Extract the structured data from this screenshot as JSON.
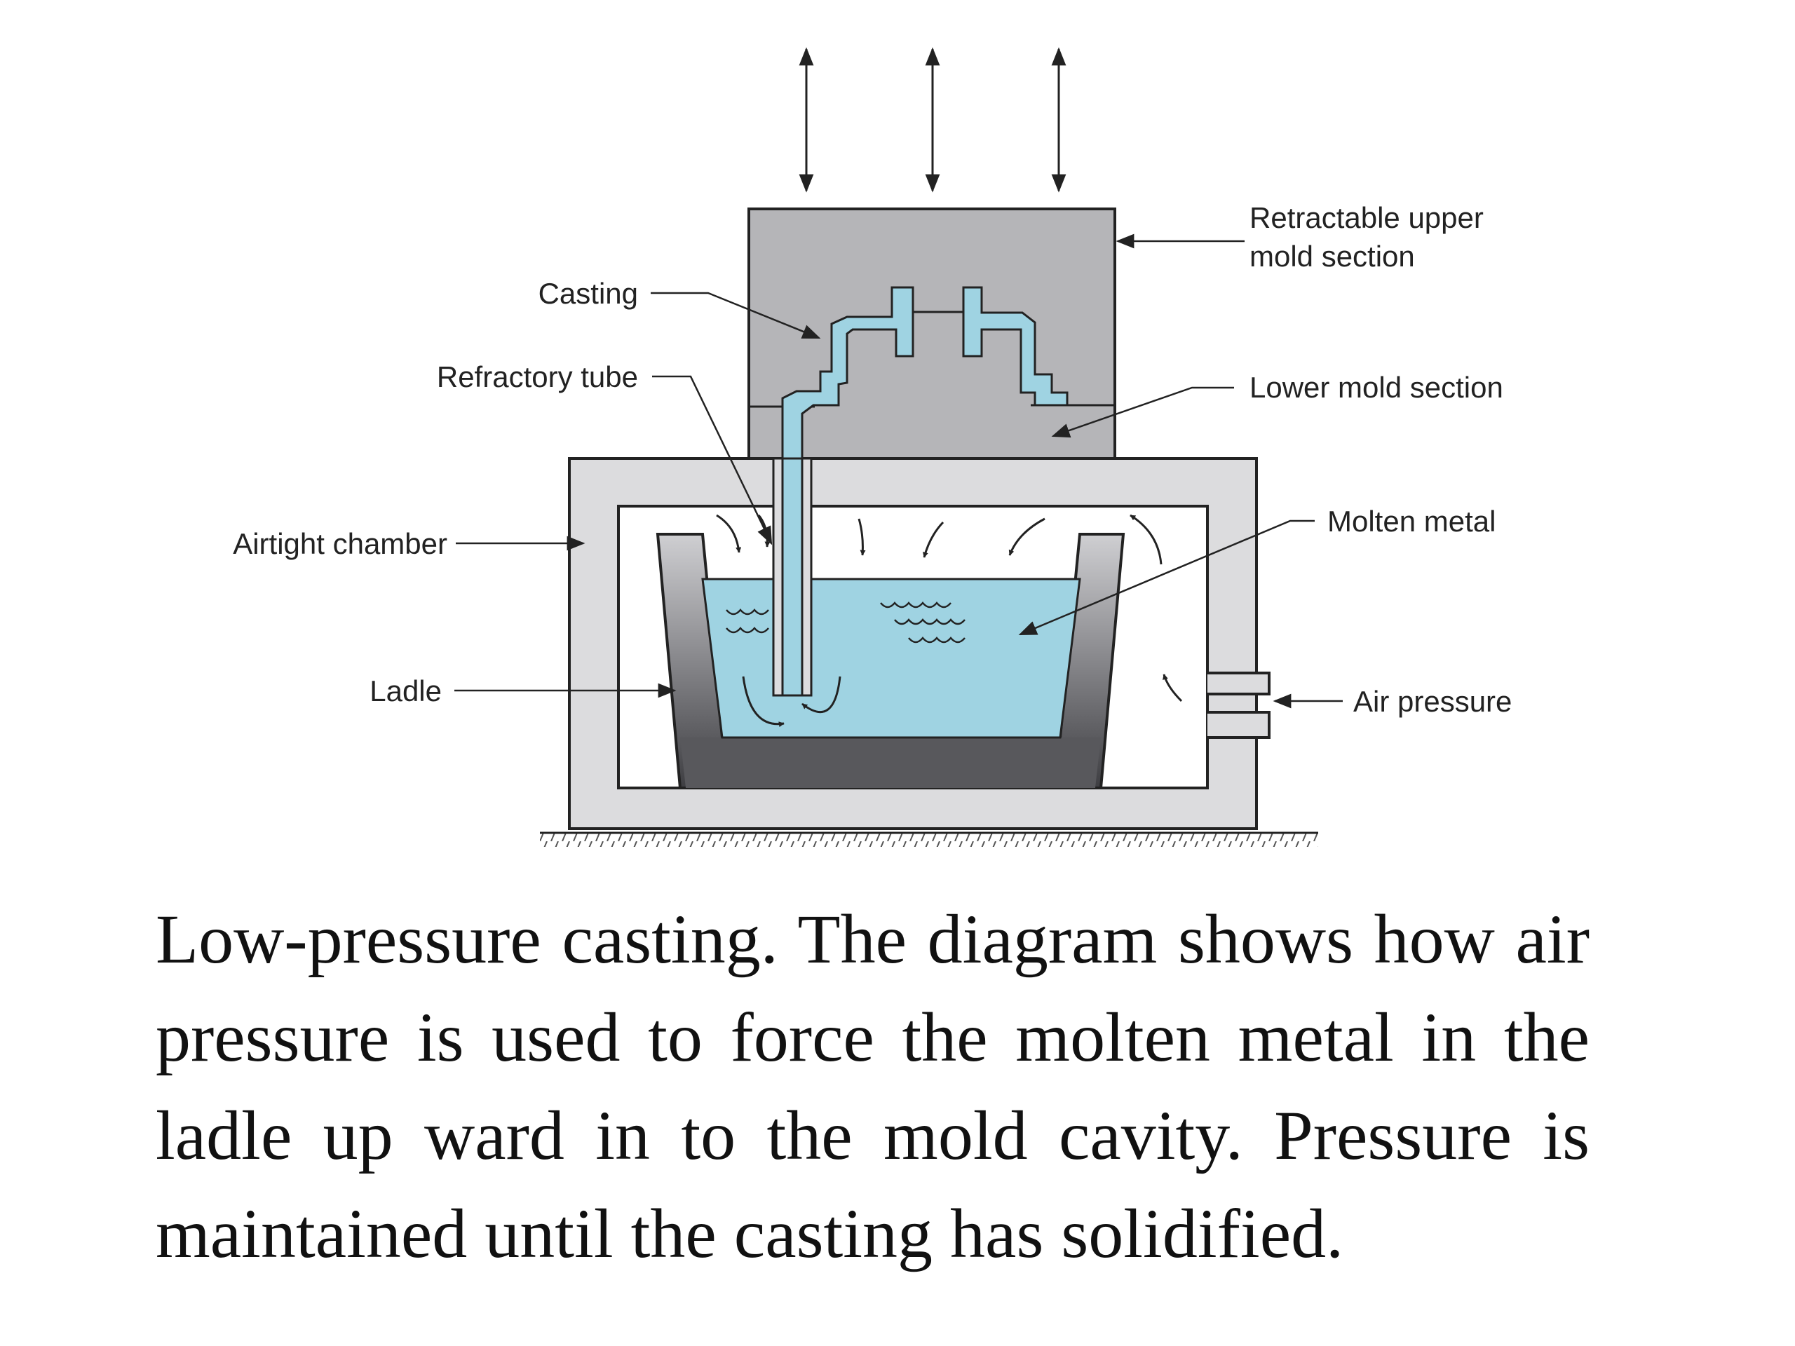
{
  "diagram": {
    "labels": {
      "retractable_upper_line1": "Retractable upper",
      "retractable_upper_line2": "mold section",
      "casting": "Casting",
      "refractory_tube": "Refractory tube",
      "lower_mold": "Lower mold section",
      "molten_metal": "Molten metal",
      "airtight_chamber": "Airtight chamber",
      "ladle": "Ladle",
      "air_pressure": "Air pressure"
    },
    "colors": {
      "mold": "#b5b5b8",
      "chamber": "#dcdcde",
      "metal": "#9fd3e2",
      "ladle_dark": "#58585c",
      "outline": "#222222"
    }
  },
  "caption": "Low-pressure casting. The diagram shows how air pressure is used to force the molten metal in the ladle up ward in to the mold cavity. Pressure is maintained until the casting has solidified."
}
